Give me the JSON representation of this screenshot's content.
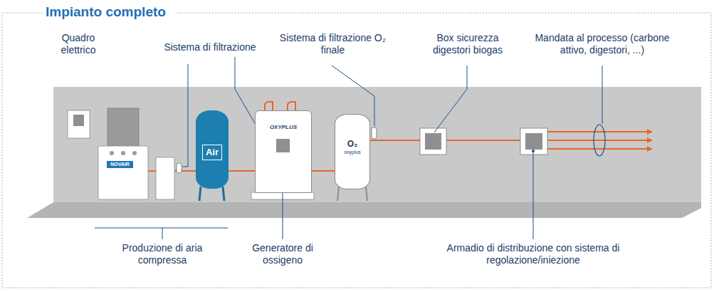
{
  "diagram": {
    "title": "Impianto completo",
    "nodes": [
      {
        "text": [
          "Air"
        ]
      },
      {
        "text": [
          "OXYPLUS"
        ]
      },
      {
        "text": [
          "O₂",
          "oxyplus"
        ]
      }
    ],
    "edges": [
      {
        "from": 0,
        "to": 1,
        "arrow": "none"
      },
      {
        "from": 1,
        "to": 2,
        "arrow": "none"
      }
    ],
    "labels": [
      "Quadro elettrico",
      "Sistema di filtrazione",
      "Sistema di filtrazione O₂ finale",
      "Box sicurezza digestori biogas",
      "Mandata al processo (carbone attivo, digestori, ...)",
      "NOVAIR",
      "Produzione di aria compressa",
      "Generatore di ossigeno",
      "Armadio di distribuzione con sistema di regolazione/iniezione"
    ]
  }
}
